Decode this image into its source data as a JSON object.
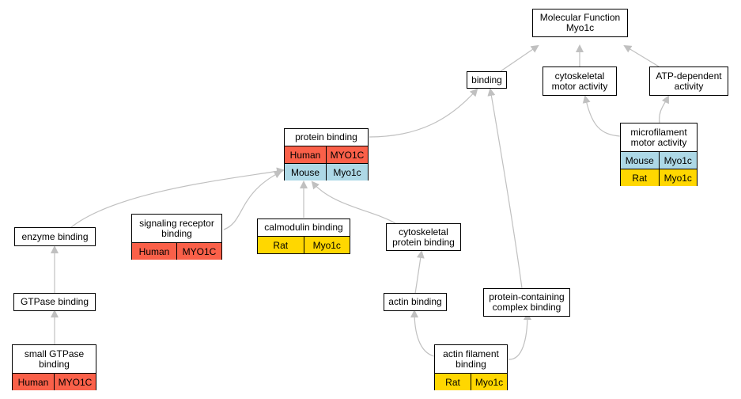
{
  "colors": {
    "human": "#fa6049",
    "mouse": "#add8e6",
    "rat": "#ffd700",
    "edge": "#c0c0c0"
  },
  "nodes": {
    "molecular_function": {
      "label": "Molecular Function\nMyo1c"
    },
    "binding": {
      "label": "binding"
    },
    "cytoskeletal_motor_activity": {
      "label": "cytoskeletal\nmotor activity"
    },
    "atp_dependent_activity": {
      "label": "ATP-dependent\nactivity"
    },
    "protein_binding": {
      "label": "protein binding",
      "rows": [
        {
          "species": "Human",
          "gene": "MYO1C"
        },
        {
          "species": "Mouse",
          "gene": "Myo1c"
        }
      ]
    },
    "microfilament_motor_activity": {
      "label": "microfilament\nmotor activity",
      "rows": [
        {
          "species": "Mouse",
          "gene": "Myo1c"
        },
        {
          "species": "Rat",
          "gene": "Myo1c"
        }
      ]
    },
    "enzyme_binding": {
      "label": "enzyme binding"
    },
    "signaling_receptor_binding": {
      "label": "signaling receptor\nbinding",
      "rows": [
        {
          "species": "Human",
          "gene": "MYO1C"
        }
      ]
    },
    "calmodulin_binding": {
      "label": "calmodulin binding",
      "rows": [
        {
          "species": "Rat",
          "gene": "Myo1c"
        }
      ]
    },
    "cytoskeletal_protein_binding": {
      "label": "cytoskeletal\nprotein binding"
    },
    "gtpase_binding": {
      "label": "GTPase binding"
    },
    "actin_binding": {
      "label": "actin binding"
    },
    "protein_containing_complex_binding": {
      "label": "protein-containing\ncomplex binding"
    },
    "small_gtpase_binding": {
      "label": "small GTPase\nbinding",
      "rows": [
        {
          "species": "Human",
          "gene": "MYO1C"
        }
      ]
    },
    "actin_filament_binding": {
      "label": "actin filament\nbinding",
      "rows": [
        {
          "species": "Rat",
          "gene": "Myo1c"
        }
      ]
    }
  }
}
